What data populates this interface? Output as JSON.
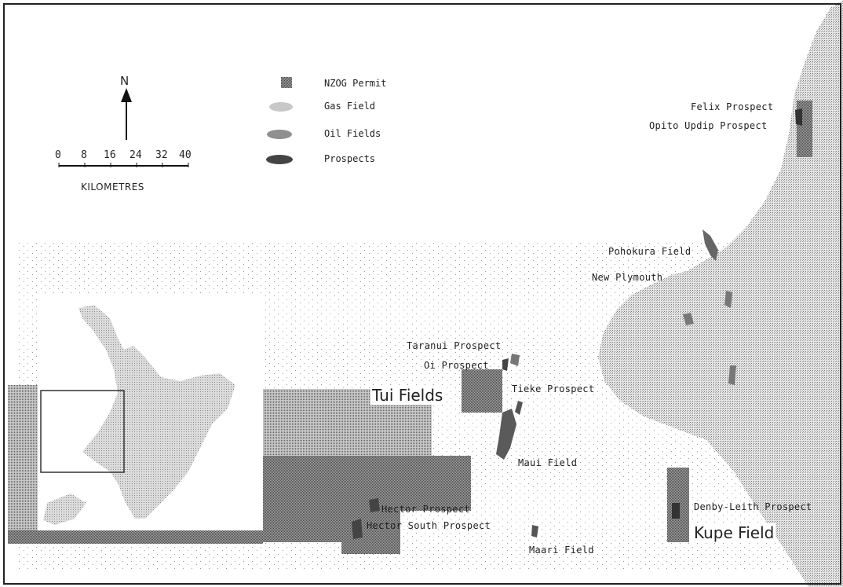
{
  "north_label": "N",
  "scale": {
    "ticks": [
      "0",
      "8",
      "16",
      "24",
      "32",
      "40"
    ],
    "unit": "KILOMETRES"
  },
  "legend": [
    {
      "symbol": "permit-swatch",
      "label": "NZOG Permit"
    },
    {
      "symbol": "gas-field-swatch",
      "label": "Gas Field"
    },
    {
      "symbol": "oil-field-swatch",
      "label": "Oil Fields"
    },
    {
      "symbol": "prospect-swatch",
      "label": "Prospects"
    }
  ],
  "places": {
    "felix": "Felix Prospect",
    "opito": "Opito Updip Prospect",
    "pohokura": "Pohokura Field",
    "new_plymouth": "New Plymouth",
    "taranui": "Taranui Prospect",
    "oi": "Oi Prospect",
    "tui": "Tui Fields",
    "tieke": "Tieke Prospect",
    "maui": "Maui Field",
    "denby": "Denby-Leith Prospect",
    "kupe": "Kupe Field",
    "hector": "Hector Prospect",
    "hector_south": "Hector South Prospect",
    "maari": "Maari Field"
  },
  "colors": {
    "land": "#bdbdbd",
    "permit": "#8c8c8c",
    "permit_light": "#d0d0d0",
    "frame": "#222222"
  }
}
